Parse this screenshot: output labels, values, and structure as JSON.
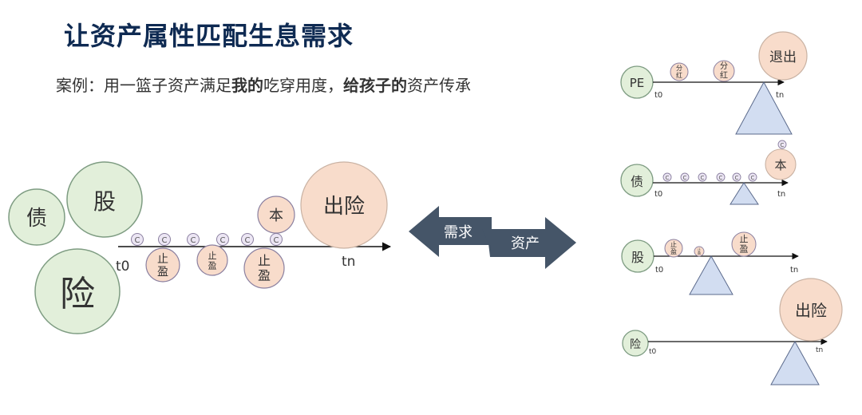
{
  "slide": {
    "title": "让资产属性匹配生息需求",
    "subtitle_parts": [
      "案例：用一篮子资产满足",
      "我的",
      "吃穿用度，",
      "给孩子的",
      "资产传承"
    ]
  },
  "colors": {
    "green_fill": "#e2efda",
    "green_stroke": "#7e9c82",
    "peach_fill": "#f8dccb",
    "peach_stroke": "#c9b2a3",
    "lavender_fill": "#ece6f4",
    "lavender_stroke": "#8b80a0",
    "triangle_fill": "#d2ddf1",
    "triangle_stroke": "#5b6a8c",
    "arrow_dark": "#455568",
    "arrow_fold": "#2a3847"
  },
  "main": {
    "assets": {
      "bond": "债",
      "stock": "股",
      "insurance": "险"
    },
    "t0": "t0",
    "tn": "tn",
    "coupon": "C",
    "stop_profit": "止盈",
    "principal": "本",
    "payout": "出险"
  },
  "center_arrows": {
    "left_label": "需求",
    "right_label": "资产"
  },
  "right": {
    "pe": {
      "label": "PE",
      "dividend": "分红",
      "exit": "退出"
    },
    "bond": {
      "label": "债",
      "coupon": "C",
      "principal": "本"
    },
    "stock": {
      "label": "股",
      "stop_profit": "止盈"
    },
    "insurance": {
      "label": "险",
      "payout": "出险"
    },
    "t0": "t0",
    "tn": "tn"
  }
}
